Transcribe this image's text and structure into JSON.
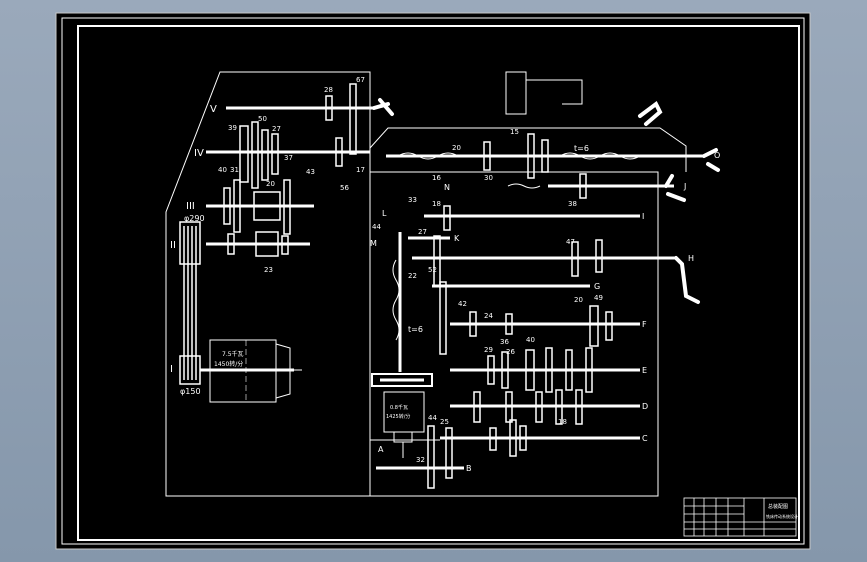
{
  "colors": {
    "background": "#8d9cb0",
    "sheet": "#000000",
    "lines": "#ffffff"
  },
  "shaft_labels": [
    "V",
    "IV",
    "III",
    "II",
    "I"
  ],
  "pulley_labels": {
    "large": "φ290",
    "small": "φ150"
  },
  "motor_main": {
    "line1": "7.5千瓦",
    "line2": "1450转/分"
  },
  "motor_feed": {
    "line1": "0.8千瓦",
    "line2": "1425转/分"
  },
  "feed_labels": [
    "A",
    "B",
    "C",
    "D",
    "E",
    "F",
    "G",
    "H",
    "I",
    "J",
    "K",
    "L",
    "M",
    "N",
    "O"
  ],
  "screw_labels": [
    "t=6",
    "t=6"
  ],
  "tooth_numbers": [
    "67",
    "28",
    "50",
    "39",
    "27",
    "37",
    "40",
    "31",
    "20",
    "43",
    "56",
    "17",
    "23",
    "15",
    "30",
    "16",
    "20",
    "33",
    "18",
    "44",
    "27",
    "22",
    "52",
    "47",
    "38",
    "20",
    "49",
    "42",
    "24",
    "36",
    "40",
    "29",
    "26",
    "18",
    "32",
    "44",
    "25"
  ],
  "title_block": {
    "title": "总装配图",
    "subtitle": "铣床传动系统设计"
  }
}
